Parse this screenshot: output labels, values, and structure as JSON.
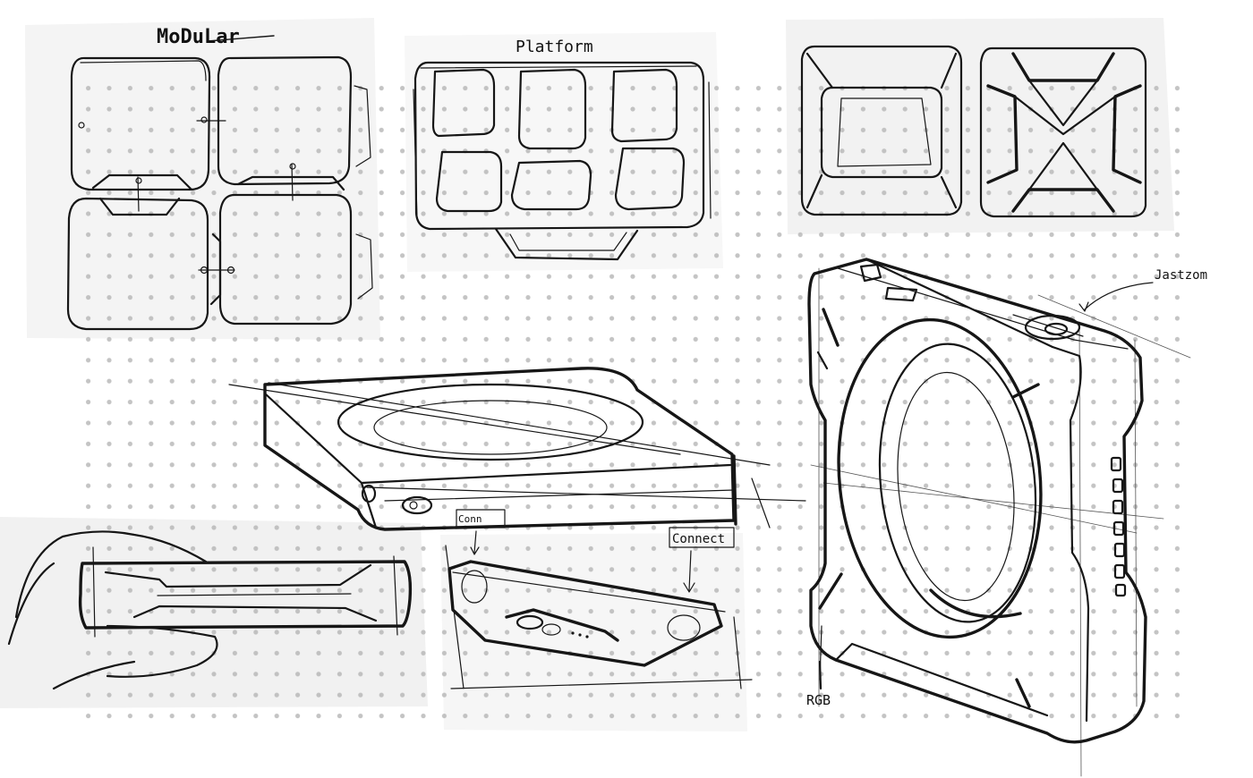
{
  "labels": {
    "modular": "MoDuLar",
    "platform": "Platform",
    "jastzom": "Jastzom",
    "rgb": "RGB",
    "connect_top": "Connect",
    "connect_small": "Conn"
  },
  "colors": {
    "ink": "#161616",
    "paper": "#ffffff",
    "paper_patch": "#f3f3f3",
    "dot": "#b8b8b8"
  }
}
